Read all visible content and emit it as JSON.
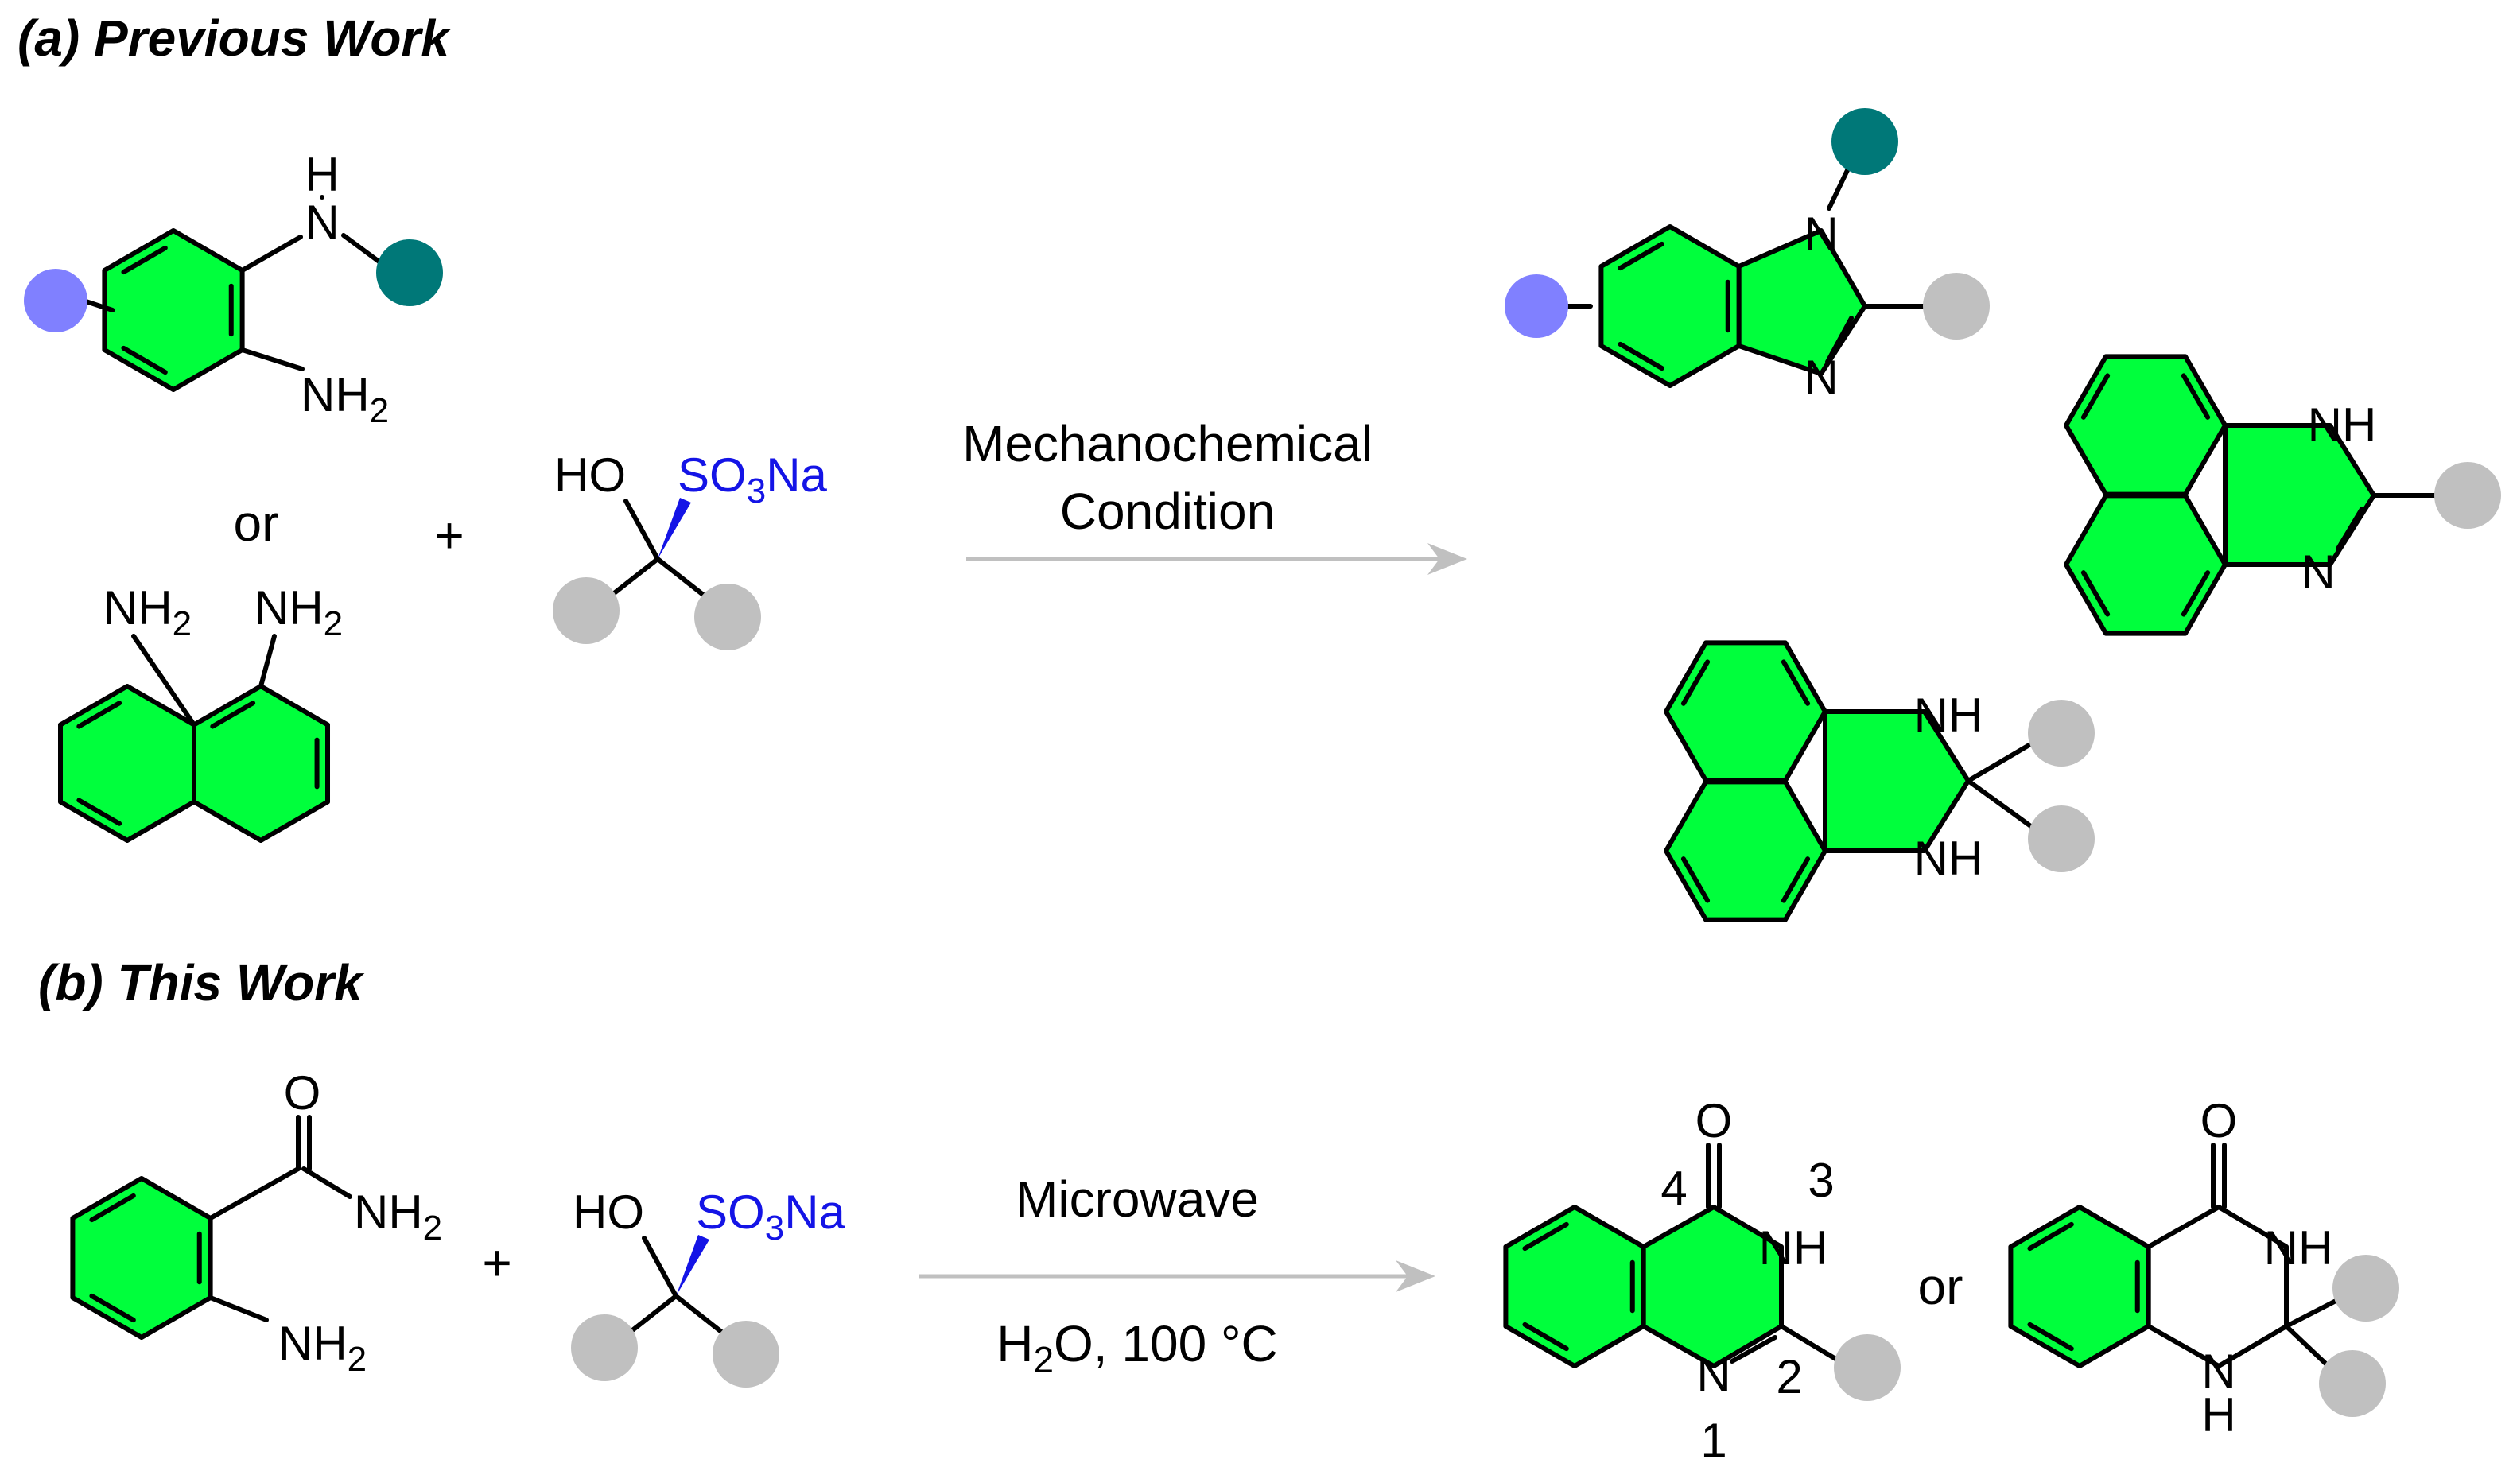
{
  "headers": {
    "previous_work": "(a) Previous Work",
    "this_work": "(b) This Work"
  },
  "labels": {
    "or": "or",
    "plus": "+"
  },
  "atoms": {
    "H": "H",
    "N": "N",
    "NH": "NH",
    "NH2": "NH",
    "NH2_sub": "2",
    "HO": "HO",
    "O": "O",
    "SO3Na_a": "SO",
    "SO3Na_sub": "3",
    "SO3Na_b": "Na"
  },
  "conditions": {
    "a_line1": "Mechanochemical",
    "a_line2": "Condition",
    "b_top": "Microwave",
    "b_bottom_a": "H",
    "b_bottom_sub": "2",
    "b_bottom_b": "O, 100 °C"
  },
  "numbering": [
    "4",
    "3",
    "2",
    "1"
  ],
  "colors": {
    "ring_fill": "#00ff3c",
    "purple_substituent": "#8080ff",
    "teal_substituent": "#007878",
    "gray_substituent": "#c0c0c0",
    "sulfonate_blue": "#1414e6",
    "arrow_gray": "#c0c0c0"
  }
}
